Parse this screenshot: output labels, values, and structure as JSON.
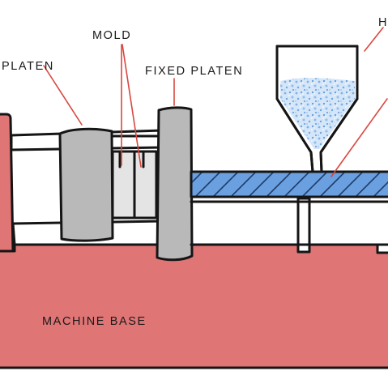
{
  "labels": {
    "moving_platen": "PLATEN",
    "mold": "MOLD",
    "fixed_platen": "FIXED PLATEN",
    "hopper": "H",
    "machine_base": "MACHINE BASE"
  },
  "colors": {
    "base": "#e07575",
    "platen": "#b9b9b9",
    "mold": "#e4e4e4",
    "barrel": "#6a9fe0",
    "pellets": "#9cc3ee",
    "leader": "#d8473f",
    "ink": "#151515"
  }
}
